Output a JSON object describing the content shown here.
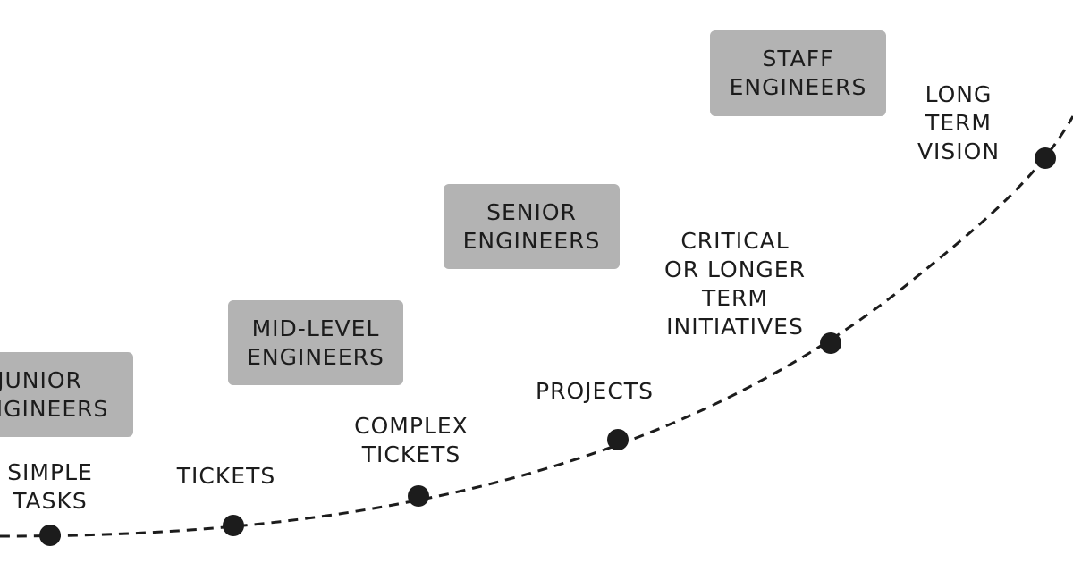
{
  "roles": [
    {
      "id": "junior",
      "lines": [
        "JUNIOR",
        "ENGINEERS"
      ]
    },
    {
      "id": "mid-level",
      "lines": [
        "MID-LEVEL",
        "ENGINEERS"
      ]
    },
    {
      "id": "senior",
      "lines": [
        "SENIOR",
        "ENGINEERS"
      ]
    },
    {
      "id": "staff",
      "lines": [
        "STAFF",
        "ENGINEERS"
      ]
    }
  ],
  "tasks": [
    {
      "id": "simple-tasks",
      "lines": [
        "SIMPLE",
        "TASKS"
      ]
    },
    {
      "id": "tickets",
      "lines": [
        "TICKETS"
      ]
    },
    {
      "id": "complex-tickets",
      "lines": [
        "COMPLEX",
        "TICKETS"
      ]
    },
    {
      "id": "projects",
      "lines": [
        "PROJECTS"
      ]
    },
    {
      "id": "critical-initiatives",
      "lines": [
        "CRITICAL",
        "OR LONGER",
        "TERM",
        "INITIATIVES"
      ]
    },
    {
      "id": "long-term-vision",
      "lines": [
        "LONG",
        "TERM",
        "VISION"
      ]
    }
  ],
  "colors": {
    "box": "#b3b3b3",
    "ink": "#1c1c1c"
  }
}
